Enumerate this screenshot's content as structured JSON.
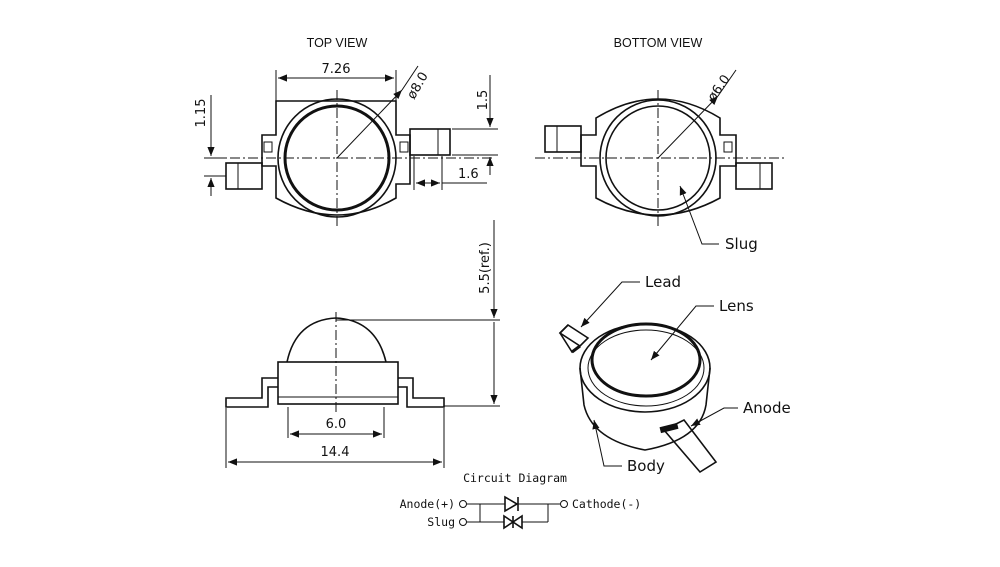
{
  "views": {
    "top_title": "TOP VIEW",
    "bottom_title": "BOTTOM VIEW"
  },
  "dimensions": {
    "width_726": "7.26",
    "dia_8": "ø8.0",
    "dim_15": "1.5",
    "dim_115": "1.15",
    "dim_16": "1.6",
    "dia_6": "ø6.0",
    "height_ref": "5.5(ref.)",
    "width_60": "6.0",
    "width_144": "14.4"
  },
  "labels": {
    "slug": "Slug",
    "lead": "Lead",
    "lens": "Lens",
    "anode": "Anode",
    "body": "Body"
  },
  "circuit": {
    "title": "Circuit Diagram",
    "anode": "Anode(+)",
    "cathode": "Cathode(-)",
    "slug": "Slug"
  }
}
